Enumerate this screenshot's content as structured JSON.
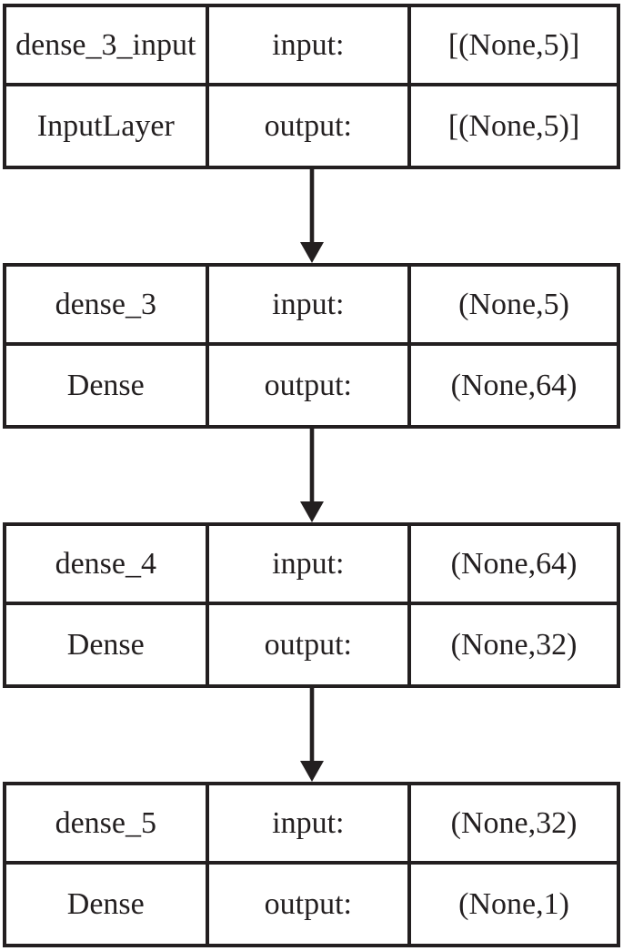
{
  "diagram": {
    "title": "keras-model-architecture",
    "ink_color": "#231f20",
    "background_color": "#ffffff",
    "arrow_icon": "down-arrow",
    "blocks": [
      {
        "name": "dense_3_input",
        "layer_type": "InputLayer",
        "input_label": "input:",
        "output_label": "output:",
        "input_shape": "[(None,5)]",
        "output_shape": "[(None,5)]"
      },
      {
        "name": "dense_3",
        "layer_type": "Dense",
        "input_label": "input:",
        "output_label": "output:",
        "input_shape": "(None,5)",
        "output_shape": "(None,64)"
      },
      {
        "name": "dense_4",
        "layer_type": "Dense",
        "input_label": "input:",
        "output_label": "output:",
        "input_shape": "(None,64)",
        "output_shape": "(None,32)"
      },
      {
        "name": "dense_5",
        "layer_type": "Dense",
        "input_label": "input:",
        "output_label": "output:",
        "input_shape": "(None,32)",
        "output_shape": "(None,1)"
      }
    ]
  }
}
